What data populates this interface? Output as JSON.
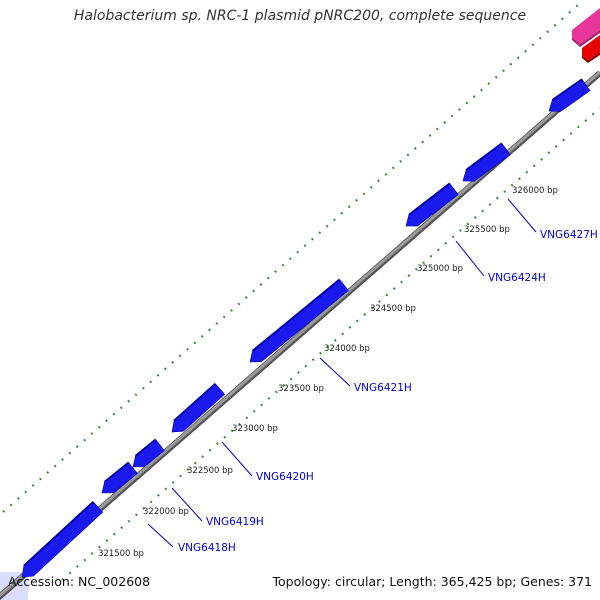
{
  "title": "Halobacterium sp. NRC-1 plasmid pNRC200, complete sequence",
  "footer": {
    "accession": "Accession: NC_002608",
    "summary": "Topology: circular; Length: 365,425 bp; Genes: 371"
  },
  "ticks": [
    {
      "label": "321500 bp"
    },
    {
      "label": "322000 bp"
    },
    {
      "label": "322500 bp"
    },
    {
      "label": "323000 bp"
    },
    {
      "label": "323500 bp"
    },
    {
      "label": "324000 bp"
    },
    {
      "label": "324500 bp"
    },
    {
      "label": "325000 bp"
    },
    {
      "label": "325500 bp"
    },
    {
      "label": "326000 bp"
    }
  ],
  "gene_labels": [
    {
      "name": "VNG6418H"
    },
    {
      "name": "VNG6419H"
    },
    {
      "name": "VNG6420H"
    },
    {
      "name": "VNG6421H"
    },
    {
      "name": "VNG6424H"
    },
    {
      "name": "VNG6427H"
    }
  ],
  "colors": {
    "backbone": "#888888",
    "gene_fill": "#1a1aee",
    "gene_dark": "#0000aa",
    "dots": "#2e8b2e",
    "magenta_feature": "#e8359a",
    "red_feature": "#e80000",
    "label_blue": "#0000cc",
    "accession_box": "#dcdcff"
  }
}
